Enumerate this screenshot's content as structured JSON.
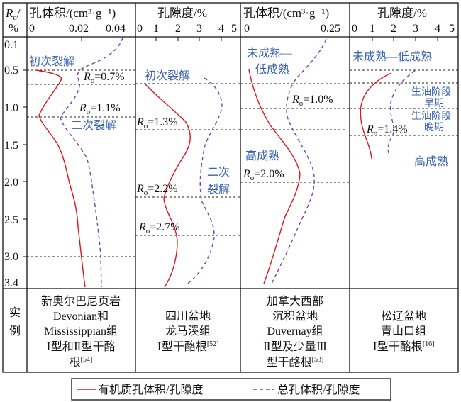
{
  "ro_symbol": {
    "main": "R",
    "sub": "o"
  },
  "y_axis": {
    "title_suffix": "/",
    "unit": "%",
    "ticks": [
      "0.1",
      "0.5",
      "1.0",
      "1.5",
      "2.0",
      "2.5",
      "3.0",
      "3.4"
    ]
  },
  "panels": [
    {
      "title": "孔体积/(cm³·g⁻¹)",
      "ticks": [
        "0",
        "0.02",
        "0.04"
      ],
      "stage_labels": [
        "初次裂解",
        "二次裂解"
      ],
      "ro_labels": [
        "=0.7%",
        "=1.1%"
      ],
      "example": [
        "新奥尔巴尼页岩",
        "Devonian和",
        "Mississippian组",
        "Ⅰ型和Ⅱ型干酪",
        "根"
      ],
      "ref": "[54]"
    },
    {
      "title": "孔隙度/%",
      "ticks": [
        "0",
        "1",
        "2",
        "3",
        "4",
        "5"
      ],
      "stage_labels": [
        "初次裂解",
        "二次",
        "裂解"
      ],
      "ro_labels": [
        "=1.3%",
        "=2.2%",
        "=2.7%"
      ],
      "example": [
        "四川盆地",
        "龙马溪组",
        "Ⅰ型干酪根"
      ],
      "ref": "[52]"
    },
    {
      "title": "孔体积/(cm³·g⁻¹)",
      "ticks": [
        "0",
        "0.25"
      ],
      "stage_labels": [
        "未成熟—",
        "低成熟",
        "高成熟"
      ],
      "ro_labels": [
        "=1.0%",
        "=2.0%"
      ],
      "example": [
        "加拿大西部",
        "沉积盆地",
        "Duvernay组",
        "Ⅱ型及少量Ⅲ",
        "型干酪根"
      ],
      "ref": "[53]"
    },
    {
      "title": "孔隙度/%",
      "ticks": [
        "0",
        "1",
        "2",
        "3",
        "4",
        "5"
      ],
      "stage_labels": [
        "未成熟—低成熟",
        "生油阶段",
        "早期",
        "生油阶段",
        "晚期",
        "高成熟"
      ],
      "ro_labels": [
        "=1.4%"
      ],
      "example": [
        "松辽盆地",
        "青山口组",
        "Ⅰ型干酪根"
      ],
      "ref": "[16]"
    }
  ],
  "example_label": [
    "实",
    "例"
  ],
  "legend": {
    "organic": "有机质孔体积/孔隙度",
    "total": "总孔体积/孔隙度",
    "colors": {
      "organic": "#e0141c",
      "total": "#7a3fb0"
    }
  }
}
